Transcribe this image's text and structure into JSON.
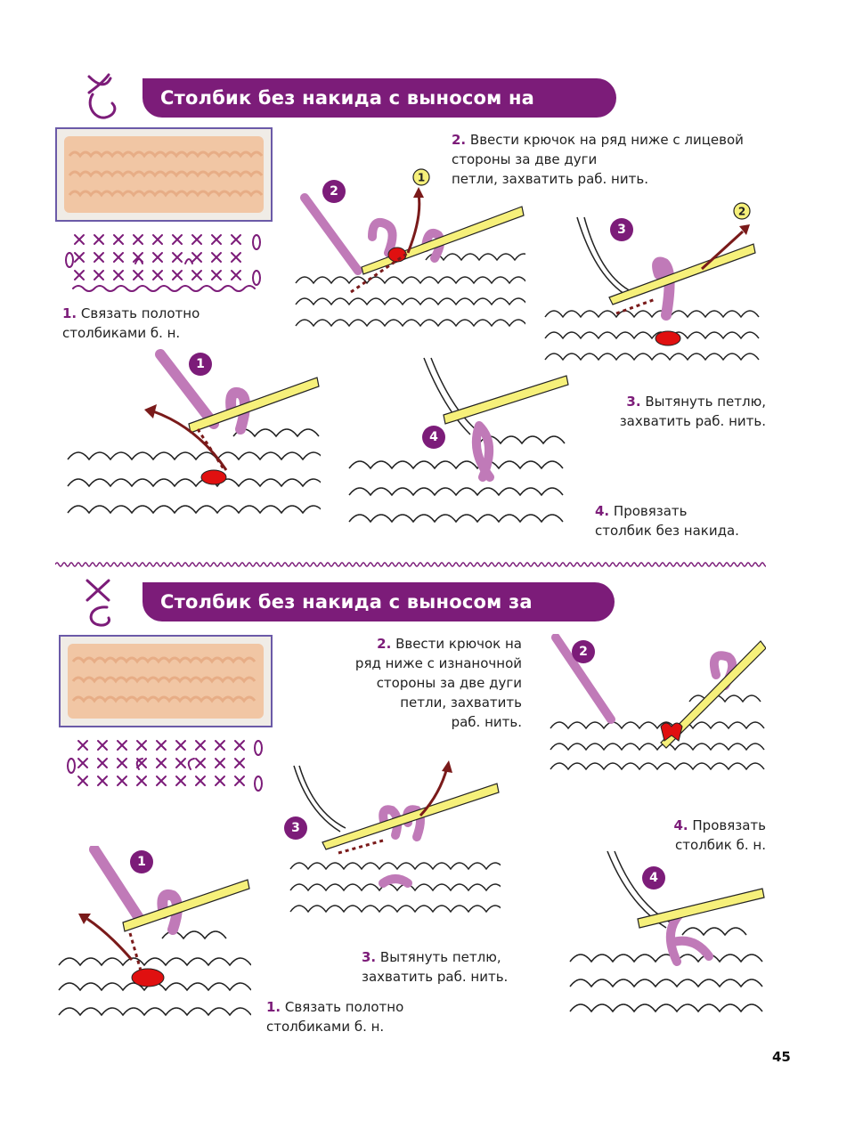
{
  "section1": {
    "title": "Столбик без накида с выносом на полотно",
    "steps": [
      {
        "num": "1.",
        "text_lines": [
          "Связать полотно",
          "столбиками б. н."
        ]
      },
      {
        "num": "2.",
        "text_lines": [
          "Ввести крючок на ряд ниже с лицевой",
          "стороны за две дуги",
          "петли, захватить раб. нить."
        ]
      },
      {
        "num": "3.",
        "text_lines": [
          "Вытянуть петлю,",
          "захватить раб. нить."
        ]
      },
      {
        "num": "4.",
        "text_lines": [
          "Провязать",
          "столбик без накида."
        ]
      }
    ],
    "badges": [
      "1",
      "2",
      "3",
      "4"
    ],
    "arrow_markers": [
      "1",
      "2"
    ]
  },
  "section2": {
    "title": "Столбик без накида с выносом за полотно",
    "steps": [
      {
        "num": "1.",
        "text_lines": [
          "Связать полотно",
          "столбиками б. н."
        ]
      },
      {
        "num": "2.",
        "text_lines": [
          "Ввести крючок на",
          "ряд ниже с изнаночной",
          "стороны за две дуги",
          "петли, захватить",
          "раб. нить."
        ]
      },
      {
        "num": "3.",
        "text_lines": [
          "Вытянуть петлю,",
          "захватить раб. нить."
        ]
      },
      {
        "num": "4.",
        "text_lines": [
          "Провязать",
          "столбик б. н."
        ]
      }
    ],
    "badges": [
      "1",
      "2",
      "3",
      "4"
    ]
  },
  "page_number": "45",
  "colors": {
    "accent": "#7c1c79",
    "yarn": "#c07ab8",
    "hook": "#f6f07a",
    "marker": "#e01010",
    "arrow": "#7a1a1a",
    "photo_bg": "#f1c6a4"
  },
  "icons": [
    "crochet-symbol-front-post",
    "crochet-symbol-back-post",
    "crochet-hook",
    "yarn-loop",
    "direction-arrow"
  ]
}
